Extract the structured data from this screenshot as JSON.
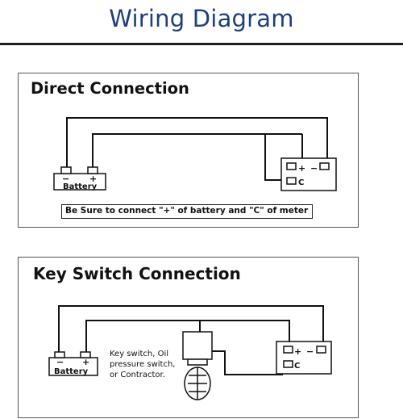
{
  "title": "Wiring Diagram",
  "direct": {
    "heading": "Direct Connection",
    "battery_label": "Battery",
    "battery_neg": "−",
    "battery_pos": "+",
    "meter_pos": "+",
    "meter_neg": "−",
    "meter_c": "C",
    "warning": "Be Sure to connect \"+\" of battery and \"C\" of meter"
  },
  "keyswitch": {
    "heading": "Key Switch Connection",
    "battery_label": "Battery",
    "battery_neg": "−",
    "battery_pos": "+",
    "meter_pos": "+",
    "meter_neg": "−",
    "meter_c": "C",
    "note_line1": "Key switch, Oil",
    "note_line2": "pressure switch,",
    "note_line3": "or Contractor."
  },
  "colors": {
    "title": "#1e3f7a",
    "wire": "#111111"
  }
}
